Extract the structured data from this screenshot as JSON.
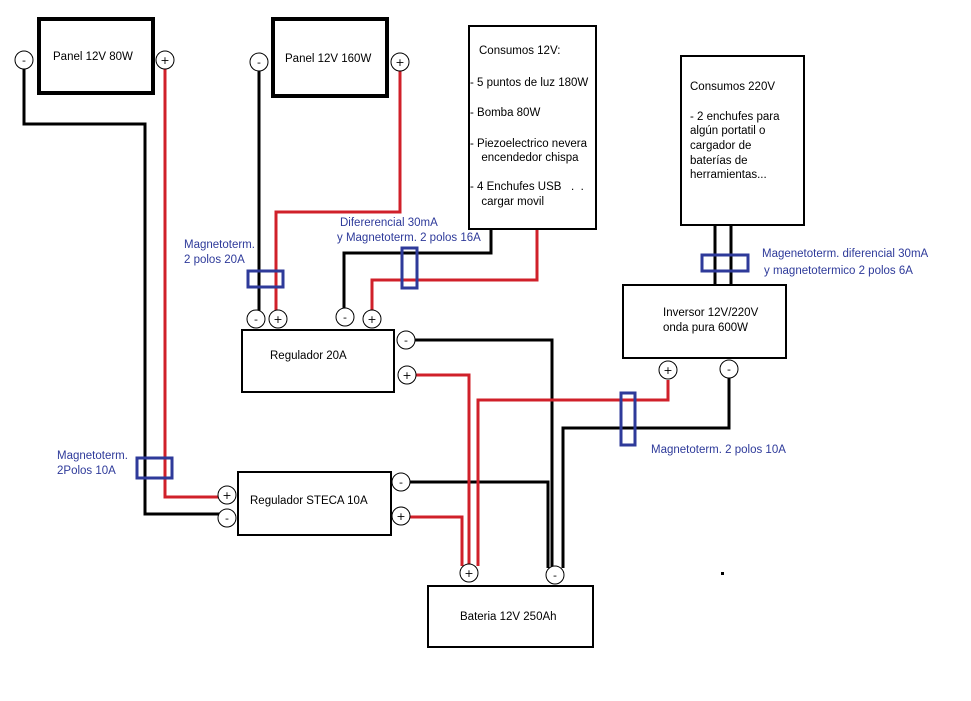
{
  "components": {
    "panel_80w": "Panel 12V  80W",
    "panel_160w": "Panel 12V 160W",
    "consumos_12v": {
      "title": "Consumos 12V:",
      "lines": [
        "- 5 puntos de luz 180W",
        "- Bomba 80W",
        "- Piezoelectrico nevera",
        "  encendedor chispa",
        "- 4 Enchufes USB   .  .",
        "  cargar movil"
      ]
    },
    "consumos_220v": {
      "title": "Consumos 220V",
      "lines": [
        "- 2 enchufes para",
        "algún portatil o",
        "cargador de",
        "baterías de",
        "herramientas..."
      ]
    },
    "regulador_20a": "Regulador 20A",
    "regulador_steca": "Regulador STECA 10A",
    "inversor": [
      "Inversor 12V/220V",
      "onda pura 600W"
    ],
    "bateria": "Bateria 12V 250Ah"
  },
  "breakers": {
    "mag_20a": [
      "Magnetoterm.",
      "2 polos 20A"
    ],
    "diferencial_16a": [
      "Difererencial 30mA",
      "y Magnetoterm. 2 polos 16A"
    ],
    "diferencial_6a": [
      "Magenetoterm. diferencial 30mA",
      "y magnetotermico 2 polos 6A"
    ],
    "mag_10a_left": [
      "Magnetoterm.",
      "2Polos 10A"
    ],
    "mag_10a_right": "Magnetoterm. 2 polos 10A"
  },
  "terminals": {
    "minus": "-",
    "plus": "+"
  },
  "colors": {
    "positive_wire": "#d0202a",
    "negative_wire": "#000000",
    "breaker": "#2e3a9a",
    "label": "#2e3a9a"
  }
}
